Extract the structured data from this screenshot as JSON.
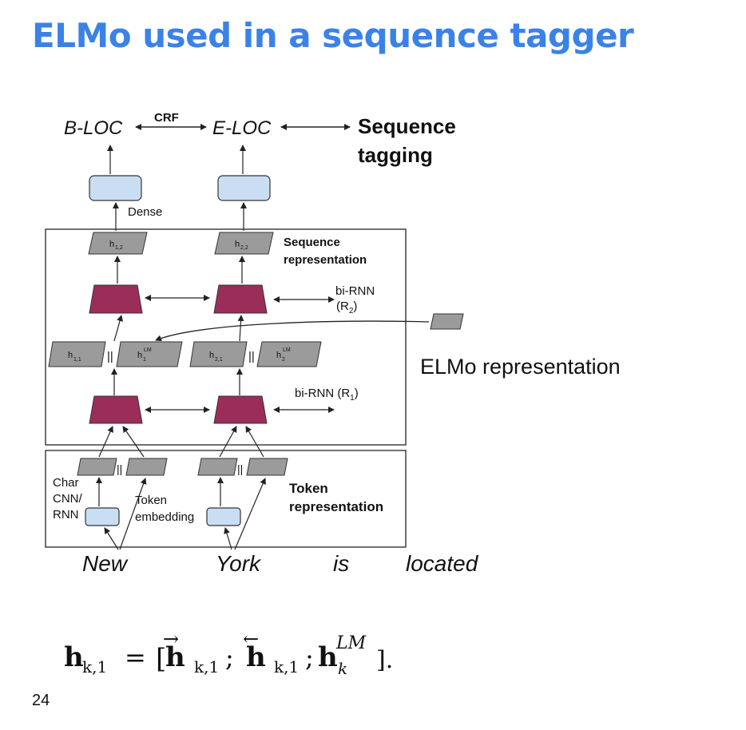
{
  "slide": {
    "title": "ELMo used in a sequence tagger",
    "page_number": "24"
  },
  "diagram": {
    "tags": [
      "B-LOC",
      "E-LOC"
    ],
    "crf_label": "CRF",
    "sequence_tagging_label": [
      "Sequence",
      "tagging"
    ],
    "dense_label": "Dense",
    "sequence_representation_label": [
      "Sequence",
      "representation"
    ],
    "bi_rnn_r2_label": [
      "bi-RNN",
      "(R",
      "2",
      ")"
    ],
    "bi_rnn_r1_label": [
      "bi-RNN (R",
      "1",
      ")"
    ],
    "token_representation_label": [
      "Token",
      "representation"
    ],
    "char_label": [
      "Char",
      "CNN/",
      "RNN"
    ],
    "token_embedding_label": [
      "Token",
      "embedding"
    ],
    "elmo_representation_label": "ELMo representation",
    "words": [
      "New",
      "York",
      "is",
      "located"
    ],
    "hidden_top": [
      {
        "base": "h",
        "sub": "1,2"
      },
      {
        "base": "h",
        "sub": "2,2"
      }
    ],
    "hidden_mid": [
      {
        "base": "h",
        "sub": "1,1",
        "sup": ""
      },
      {
        "base": "h",
        "sub": "1",
        "sup": "LM"
      },
      {
        "base": "h",
        "sub": "2,1",
        "sup": ""
      },
      {
        "base": "h",
        "sub": "2",
        "sup": "LM"
      }
    ],
    "concat_symbol": "||",
    "colors": {
      "title": "#3b82e8",
      "rnn": "#9b2d5a",
      "dense": "#c9def2",
      "hidden": "#9b9b9b"
    }
  },
  "formula": {
    "lhs_base": "h",
    "lhs_sub": "k,1",
    "equals": "=",
    "open": "[",
    "t1_sub": "k,1",
    "sep": ";",
    "t2_sub": "k,1",
    "t3_base": "h",
    "t3_sub": "k",
    "t3_sup": "LM",
    "close": "].",
    "arrow_right": "→",
    "arrow_left": "←"
  }
}
